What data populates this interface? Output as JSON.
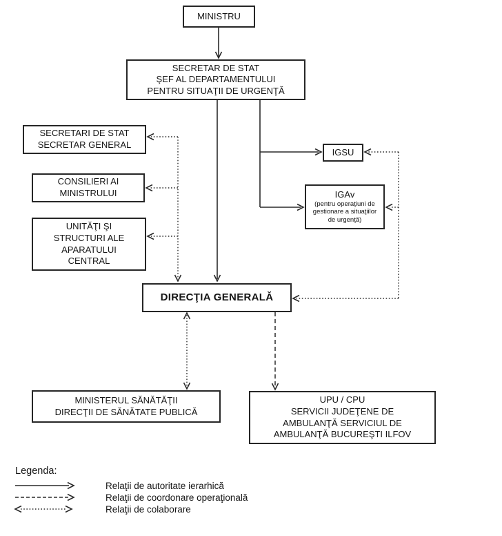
{
  "diagram": {
    "nodes": {
      "ministru": {
        "label": "MINISTRU"
      },
      "secretar": {
        "label": "SECRETAR DE STAT\nŞEF AL DEPARTAMENTULUI\nPENTRU SITUAŢII DE URGENŢĂ"
      },
      "secretari": {
        "label": "SECRETARI DE STAT\nSECRETAR GENERAL"
      },
      "consilieri": {
        "label": "CONSILIERI AI\nMINISTRULUI"
      },
      "unitati": {
        "label": "UNITĂŢI ŞI\nSTRUCTURI ALE\nAPARATULUI\nCENTRAL"
      },
      "igsu": {
        "label": "IGSU"
      },
      "igav": {
        "title": "IGAv",
        "subtitle": "(pentru operaţiuni de\ngestionare a situaţiilor\nde urgenţă)"
      },
      "directia": {
        "label": "DIRECŢIA GENERALĂ"
      },
      "minister": {
        "label": "MINISTERUL SĂNĂTĂŢII\nDIRECŢII DE SĂNĂTATE PUBLICĂ"
      },
      "upu": {
        "label": "UPU / CPU\nSERVICII JUDEŢENE DE\nAMBULANŢĂ SERVICIUL DE\nAMBULANŢĂ BUCUREŞTI ILFOV"
      }
    },
    "edges": [
      {
        "from": "ministru",
        "to": "secretar",
        "line": "solid",
        "arrows": "single"
      },
      {
        "from": "secretar",
        "to": "directia",
        "line": "solid",
        "arrows": "single"
      },
      {
        "from": "secretar",
        "to": "igsu",
        "line": "solid",
        "arrows": "single"
      },
      {
        "from": "secretar",
        "to": "igav",
        "line": "solid",
        "arrows": "single"
      },
      {
        "connects": [
          "secretari",
          "consilieri",
          "unitati",
          "directia"
        ],
        "line": "dotted",
        "arrows": "into-each-box"
      },
      {
        "connects": [
          "igsu",
          "igav",
          "directia"
        ],
        "line": "dotted",
        "arrows": "into-each-box"
      },
      {
        "from": "directia",
        "to": "minister",
        "line": "dotted",
        "arrows": "double"
      },
      {
        "from": "directia",
        "to": "upu",
        "line": "dashed",
        "arrows": "single"
      }
    ],
    "legend": {
      "title": "Legenda:",
      "items": [
        {
          "symbol": "solid-arrow",
          "label": "Relaţii de autoritate ierarhică"
        },
        {
          "symbol": "dashed-arrow",
          "label": "Relaţii de coordonare operaţională"
        },
        {
          "symbol": "dotted-double-arrow",
          "label": "Relaţii de colaborare"
        }
      ]
    },
    "colors": {
      "line": "#2a2a2a",
      "box_border": "#262626",
      "text": "#161616",
      "background": "#ffffff"
    }
  }
}
